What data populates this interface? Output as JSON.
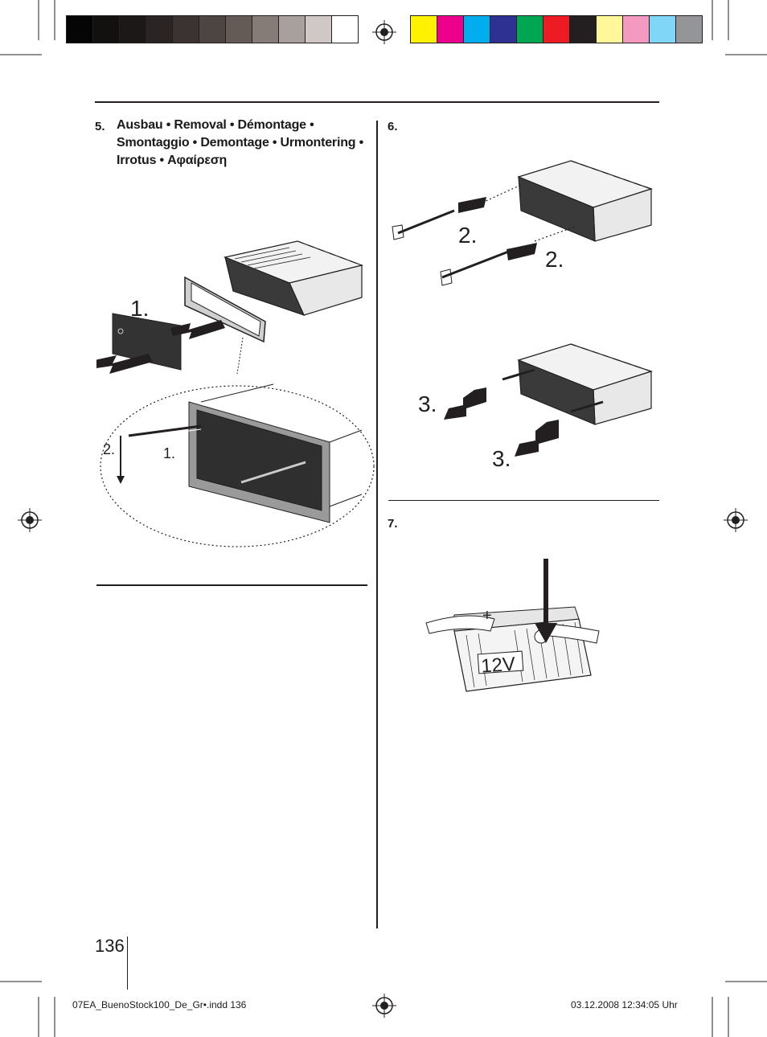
{
  "color_bars": {
    "grays": [
      "#050505",
      "#121110",
      "#1c1817",
      "#2a2524",
      "#3a3331",
      "#4d4542",
      "#645b57",
      "#857c77",
      "#a7a09c",
      "#d0c8c6",
      "#ffffff"
    ],
    "colors": [
      "#fff200",
      "#ec008c",
      "#00aeef",
      "#2e3192",
      "#00a651",
      "#ed1c24",
      "#231f20",
      "#fff799",
      "#f49ac1",
      "#7fd6f7",
      "#939598"
    ]
  },
  "section5": {
    "number": "5.",
    "heading": "Ausbau • Removal • Démontage • Smontaggio • Demontage • Urmontering • Irrotus • Αφαίρεση",
    "labels": {
      "step1_large": "1.",
      "step2_small": "2.",
      "step1_small": "1."
    }
  },
  "section6": {
    "number": "6.",
    "labels": {
      "step2_a": "2.",
      "step2_b": "2.",
      "step3_a": "3.",
      "step3_b": "3."
    }
  },
  "section7": {
    "number": "7.",
    "battery_label": "12V",
    "plus_sign": "+"
  },
  "page_number": "136",
  "footer": {
    "file": "07EA_BuenoStock100_De_Gr•.indd   136",
    "timestamp": "03.12.2008   12:34:05 Uhr"
  }
}
